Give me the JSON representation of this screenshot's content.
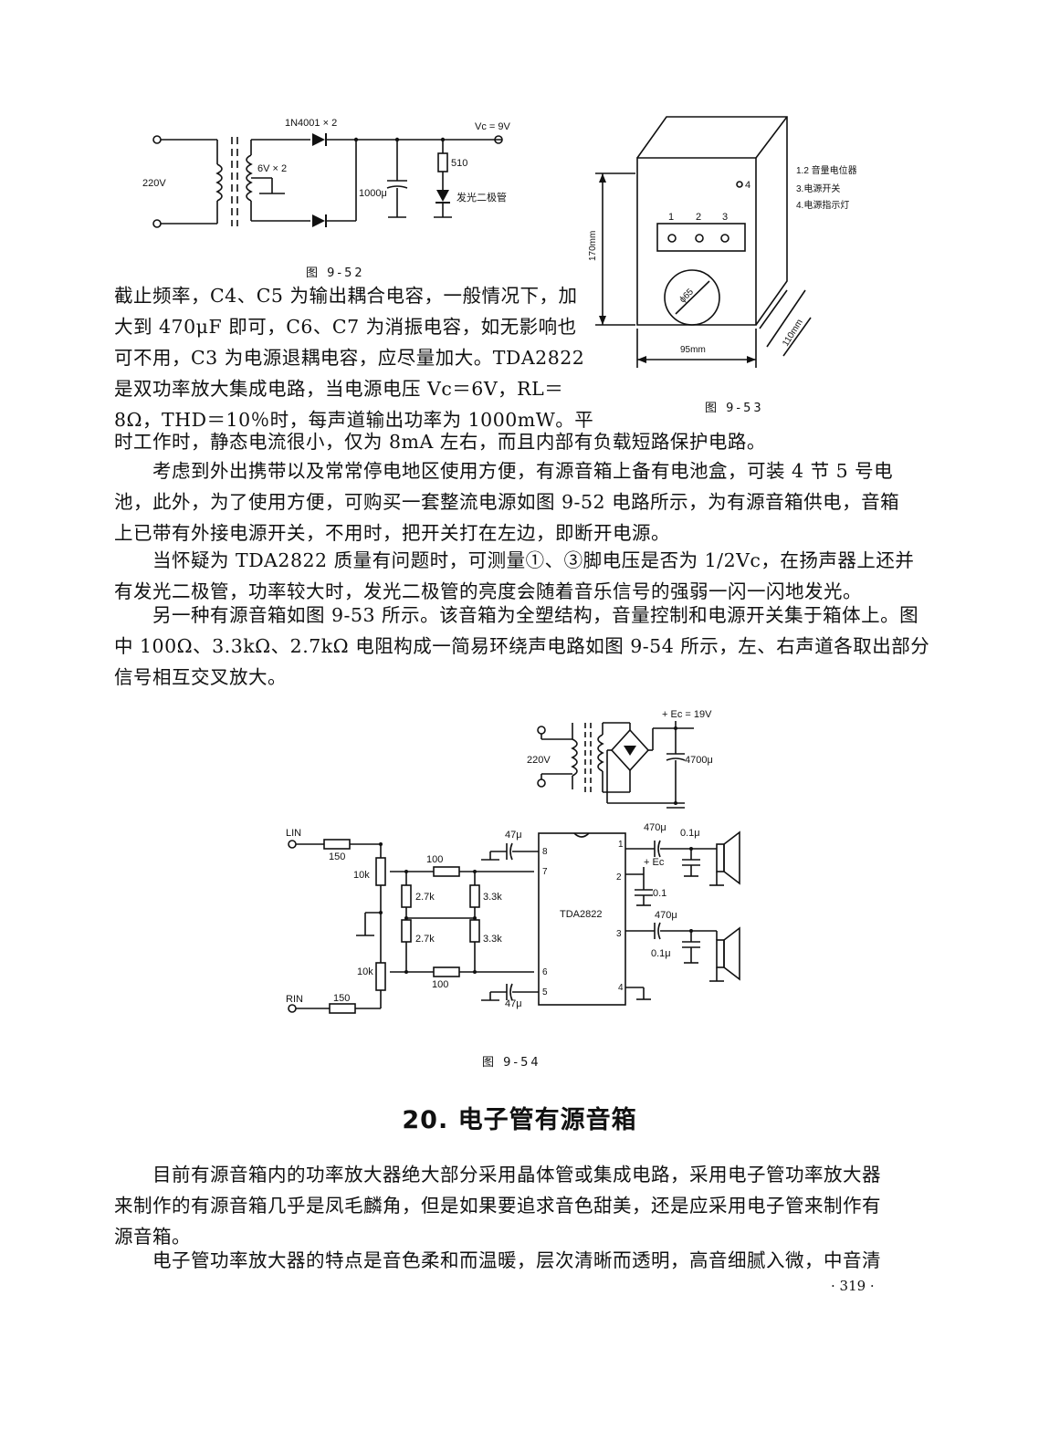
{
  "figures": {
    "fig52": {
      "caption": "图 9-52",
      "labels": {
        "input": "220V",
        "diode": "1N4001 × 2",
        "out": "Vc = 9V",
        "trans": "6V × 2",
        "cap": "1000μ",
        "res": "510",
        "led": "发光二极管"
      }
    },
    "fig53": {
      "caption": "图 9-53",
      "labels": {
        "height": "170mm",
        "width": "95mm",
        "depth": "110mm",
        "dia": "ϕ65",
        "n1": "1",
        "n2": "2",
        "n3": "3",
        "n4": "4",
        "legend1": "1.2 音量电位器",
        "legend2": "3.电源开关",
        "legend3": "4.电源指示灯"
      }
    },
    "fig54": {
      "caption": "图 9-54",
      "labels": {
        "ec": "+ Ec = 19V",
        "input": "220V",
        "cap4700": "4700μ",
        "lin": "LIN",
        "rin": "RIN",
        "r150a": "150",
        "r150b": "150",
        "pot1": "10k",
        "pot2": "10k",
        "r100a": "100",
        "r100b": "100",
        "r27a": "2.7k",
        "r27b": "2.7k",
        "r33a": "3.3k",
        "r33b": "3.3k",
        "c47a": "47μ",
        "c47b": "47μ",
        "c470a": "470μ",
        "c470b": "470μ",
        "c01a": "0.1μ",
        "c01b": "0.1μ",
        "c01c": "0.1",
        "ec2": "+ Ec",
        "chip": "TDA2822",
        "p1": "1",
        "p2": "2",
        "p3": "3",
        "p4": "4",
        "p5": "5",
        "p6": "6",
        "p7": "7",
        "p8": "8"
      }
    }
  },
  "text": {
    "p1_lines": [
      "截止频率，C4、C5 为输出耦合电容，一般情况下，加",
      "大到 470μF 即可，C6、C7 为消振电容，如无影响也",
      "可不用，C3 为电源退耦电容，应尽量加大。TDA2822",
      "是双功率放大集成电路，当电源电压 Vc＝6V，RL＝",
      "8Ω，THD＝10％时，每声道输出功率为 1000mW。平"
    ],
    "p1_last": "时工作时，静态电流很小，仅为 8mA 左右，而且内部有负载短路保护电路。",
    "p2_lines": [
      "考虑到外出携带以及常常停电地区使用方便，有源音箱上备有电池盒，可装 4 节 5 号电",
      "池，此外，为了使用方便，可购买一套整流电源如图 9-52 电路所示，为有源音箱供电，音箱",
      "上已带有外接电源开关，不用时，把开关打在左边，即断开电源。"
    ],
    "p3_lines": [
      "当怀疑为 TDA2822 质量有问题时，可测量①、③脚电压是否为 1/2Vc，在扬声器上还并",
      "有发光二极管，功率较大时，发光二极管的亮度会随着音乐信号的强弱一闪一闪地发光。"
    ],
    "p4_lines": [
      "另一种有源音箱如图 9-53 所示。该音箱为全塑结构，音量控制和电源开关集于箱体上。图",
      "中 100Ω、3.3kΩ、2.7kΩ 电阻构成一简易环绕声电路如图 9-54 所示，左、右声道各取出部分",
      "信号相互交叉放大。"
    ],
    "heading": "20. 电子管有源音箱",
    "p5_lines": [
      "目前有源音箱内的功率放大器绝大部分采用晶体管或集成电路，采用电子管功率放大器",
      "来制作的有源音箱几乎是凤毛麟角，但是如果要追求音色甜美，还是应采用电子管来制作有",
      "源音箱。"
    ],
    "p6_lines": [
      "电子管功率放大器的特点是音色柔和而温暖，层次清晰而透明，高音细腻入微，中音清"
    ],
    "page_number": "· 319 ·"
  }
}
